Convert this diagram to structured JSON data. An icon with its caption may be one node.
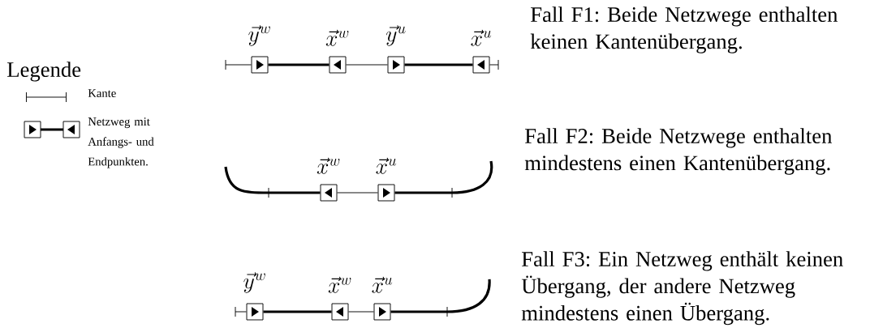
{
  "diagram": {
    "nodes": [
      {
        "text": [],
        "shape": "box",
        "beside": [
          "\\vec{y}^{w}"
        ]
      },
      {
        "text": [],
        "shape": "box",
        "beside": [
          "\\vec{x}^{w}"
        ]
      },
      {
        "text": [],
        "shape": "box",
        "beside": [
          "\\vec{y}^{u}"
        ]
      },
      {
        "text": [],
        "shape": "box",
        "beside": [
          "\\vec{x}^{u}"
        ]
      },
      {
        "text": [],
        "shape": "box",
        "beside": [
          "\\vec{x}^{w}"
        ]
      },
      {
        "text": [],
        "shape": "box",
        "beside": [
          "\\vec{x}^{u}"
        ]
      },
      {
        "text": [],
        "shape": "box",
        "beside": [
          "\\vec{y}^{w}"
        ]
      },
      {
        "text": [],
        "shape": "box",
        "beside": [
          "\\vec{x}^{w}"
        ]
      },
      {
        "text": [],
        "shape": "box",
        "beside": [
          "\\vec{x}^{u}"
        ]
      }
    ],
    "edges": [
      {
        "from": null,
        "to": 0,
        "arrow": "none"
      },
      {
        "from": 0,
        "to": 1,
        "arrow": "none",
        "style": "thick"
      },
      {
        "from": 1,
        "to": 2,
        "arrow": "none"
      },
      {
        "from": 2,
        "to": 3,
        "arrow": "none",
        "style": "thick"
      },
      {
        "from": 3,
        "to": null,
        "arrow": "none"
      },
      {
        "from": null,
        "to": 4,
        "arrow": "none",
        "style": "thick"
      },
      {
        "from": 4,
        "to": 5,
        "arrow": "none"
      },
      {
        "from": 5,
        "to": null,
        "arrow": "none",
        "style": "thick"
      },
      {
        "from": null,
        "to": 6,
        "arrow": "none"
      },
      {
        "from": 6,
        "to": 7,
        "arrow": "none",
        "style": "thick"
      },
      {
        "from": 7,
        "to": 8,
        "arrow": "none"
      },
      {
        "from": 8,
        "to": null,
        "arrow": "none",
        "style": "thick"
      }
    ],
    "labels": [
      "Legende",
      "Fall F1: Beide Netzwege enthalten keinen Kantenübergang.",
      "Fall F2: Beide Netzwege enthalten mindestens einen Kantenübergang.",
      "Fall F3: Ein Netzweg enthält keinen Übergang, der andere Netzweg mindestens einen Übergang."
    ],
    "legend": [
      {
        "text": "Kante"
      },
      {
        "text": "Netzweg mit Anfangs- und Endpunkten."
      }
    ]
  }
}
